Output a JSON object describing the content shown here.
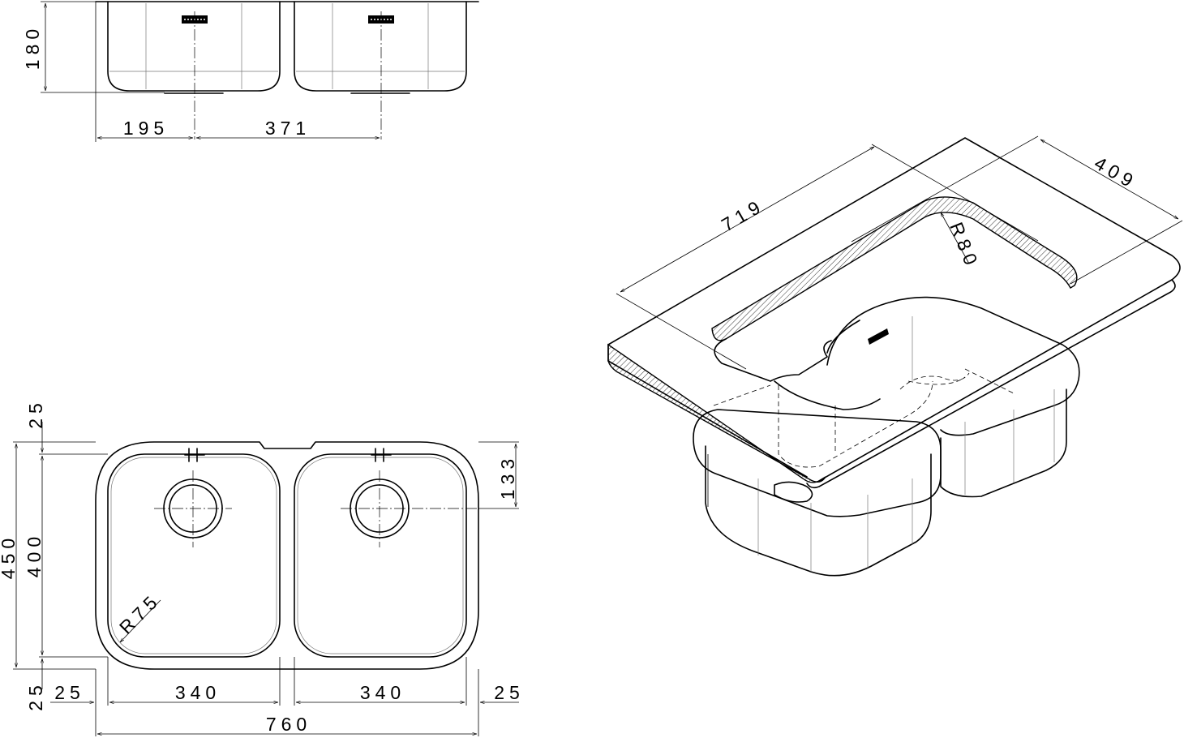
{
  "dimensions": {
    "side_height": "180",
    "side_offset": "195",
    "side_drain_spacing": "371",
    "plan_top_margin": "25",
    "plan_total_depth": "450",
    "plan_bowl_depth": "400",
    "plan_drain_offset": "133",
    "plan_corner_radius": "R75",
    "plan_bottom_margin": "25",
    "plan_left_margin": "25",
    "plan_bowl_width_left": "340",
    "plan_bowl_width_right": "340",
    "plan_right_margin": "25",
    "plan_total_width": "760",
    "iso_length": "719",
    "iso_width": "409",
    "iso_cutout_radius": "R80"
  }
}
